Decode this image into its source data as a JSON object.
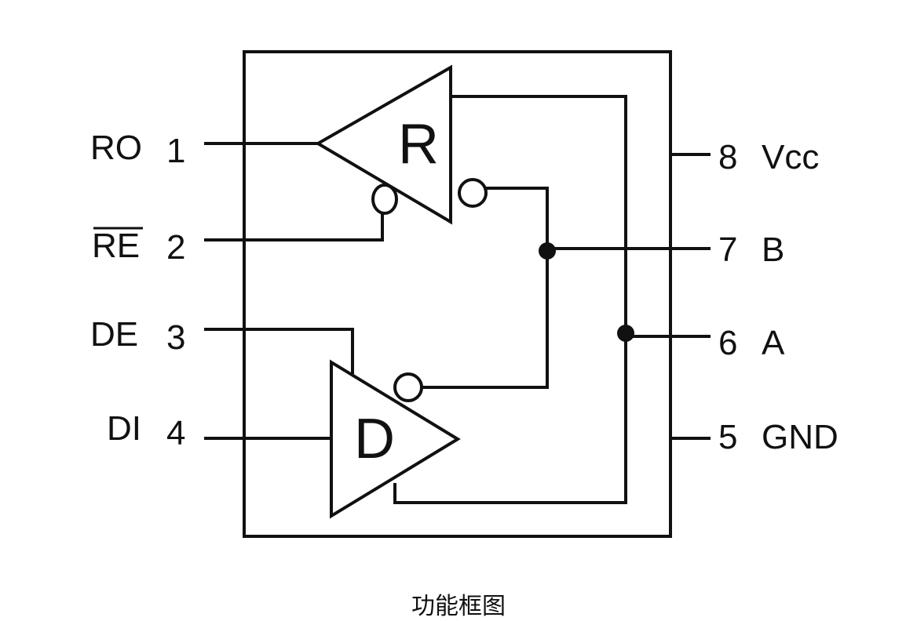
{
  "pins_left": [
    {
      "name": "RO",
      "number": "1"
    },
    {
      "name": "RE",
      "number": "2",
      "overline": true
    },
    {
      "name": "DE",
      "number": "3"
    },
    {
      "name": "DI",
      "number": "4"
    }
  ],
  "pins_right": [
    {
      "name": "Vcc",
      "number": "8"
    },
    {
      "name": "B",
      "number": "7"
    },
    {
      "name": "A",
      "number": "6"
    },
    {
      "name": "GND",
      "number": "5"
    }
  ],
  "gates": {
    "receiver_label": "R",
    "driver_label": "D"
  },
  "caption": "功能框图",
  "colors": {
    "line": "#111111",
    "background": "#ffffff"
  }
}
